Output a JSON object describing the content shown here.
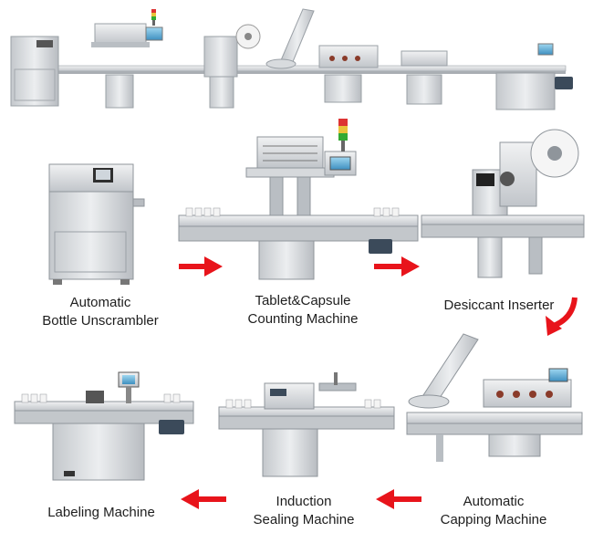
{
  "machines": {
    "unscrambler": {
      "line1": "Automatic",
      "line2": "Bottle Unscrambler"
    },
    "counting": {
      "line1": "Tablet&Capsule",
      "line2": "Counting Machine"
    },
    "desiccant": {
      "line1": "Desiccant Inserter"
    },
    "capping": {
      "line1": "Automatic",
      "line2": "Capping Machine"
    },
    "sealing": {
      "line1": "Induction",
      "line2": "Sealing Machine"
    },
    "labeling": {
      "line1": "Labeling Machine"
    }
  },
  "colors": {
    "arrow": "#e8141b",
    "steel_light": "#e4e6e8",
    "steel_mid": "#c9cdd1",
    "steel_dark": "#8f959b",
    "motor": "#3b4a5a"
  },
  "icons": {
    "flow_arrow": "right-arrow-icon",
    "flow_arrow_back": "left-arrow-icon",
    "flow_arrow_turn": "curved-down-arrow-icon"
  }
}
